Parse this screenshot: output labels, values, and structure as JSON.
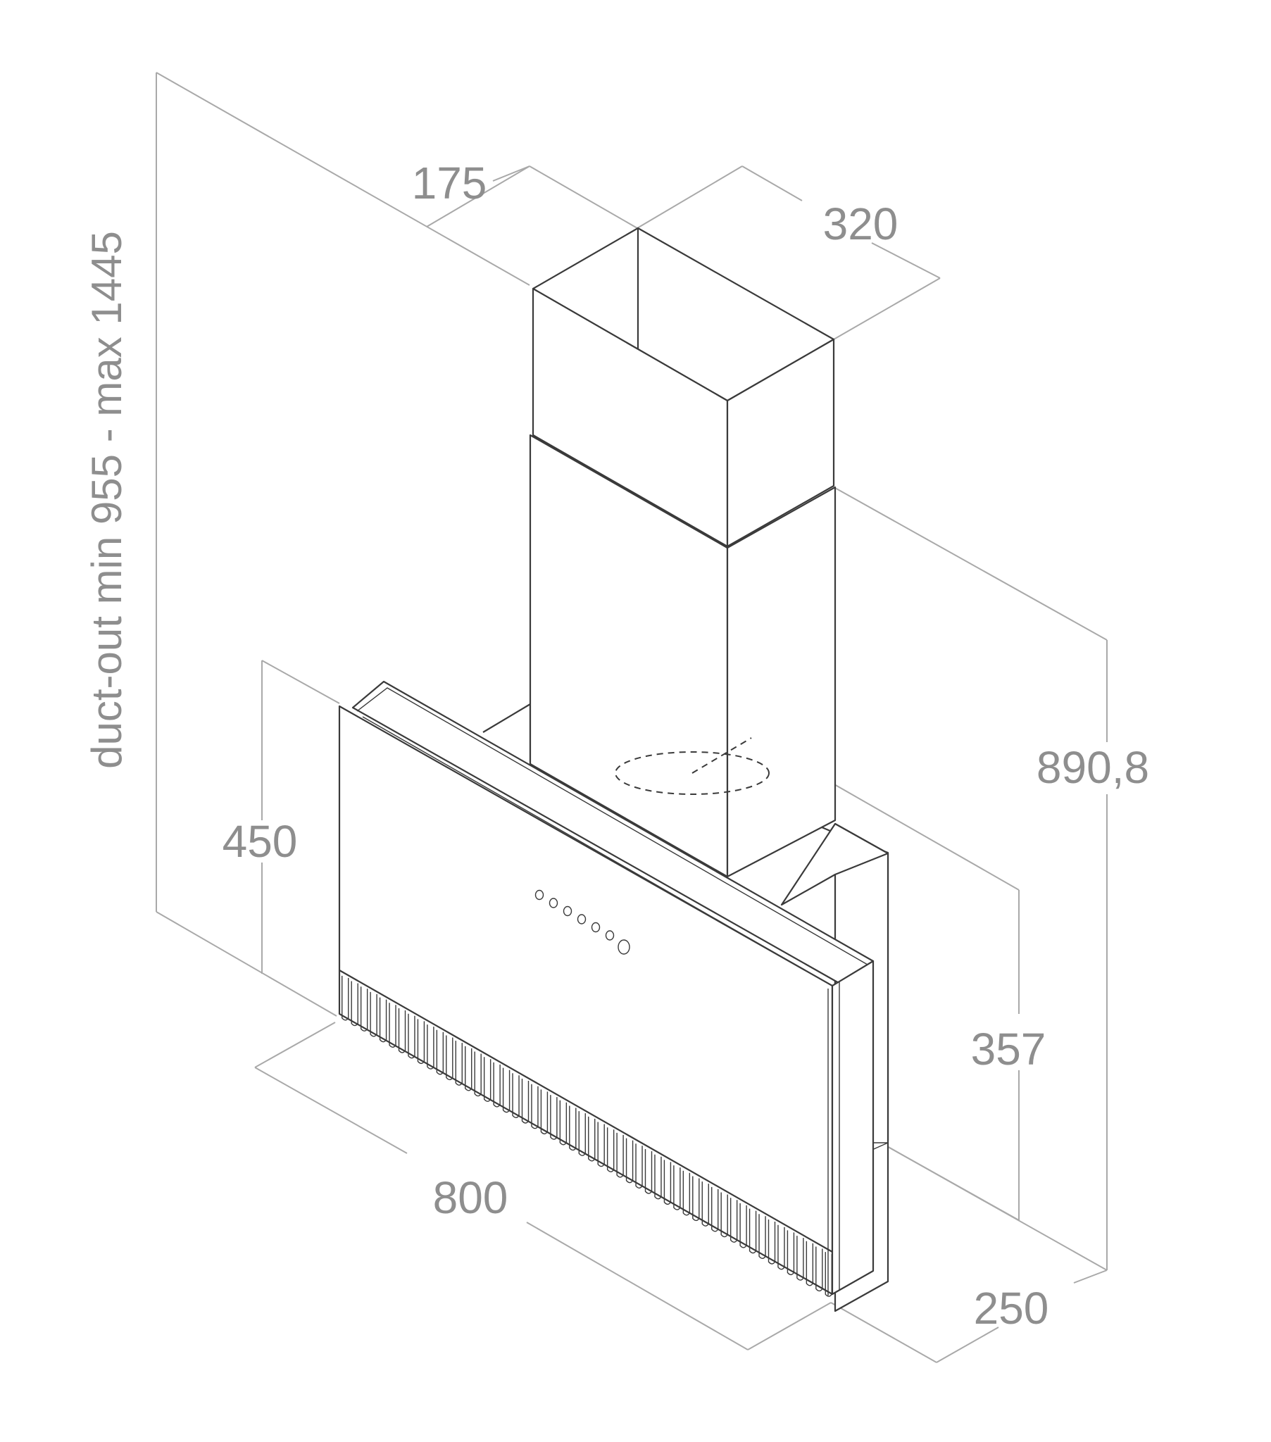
{
  "drawing": {
    "line_color": "#3a3a3a",
    "dimension_color": "#a9a9a9",
    "text_color": "#8e8e8e",
    "dimensions": {
      "chimney_depth": "175",
      "chimney_width": "320",
      "total_height": "duct-out min 955 - max 1445",
      "hood_depth_height": "890,8",
      "front_height": "450",
      "hood_body_height": "357",
      "width": "800",
      "depth": "250"
    },
    "controls": {
      "button_count": 7
    }
  }
}
